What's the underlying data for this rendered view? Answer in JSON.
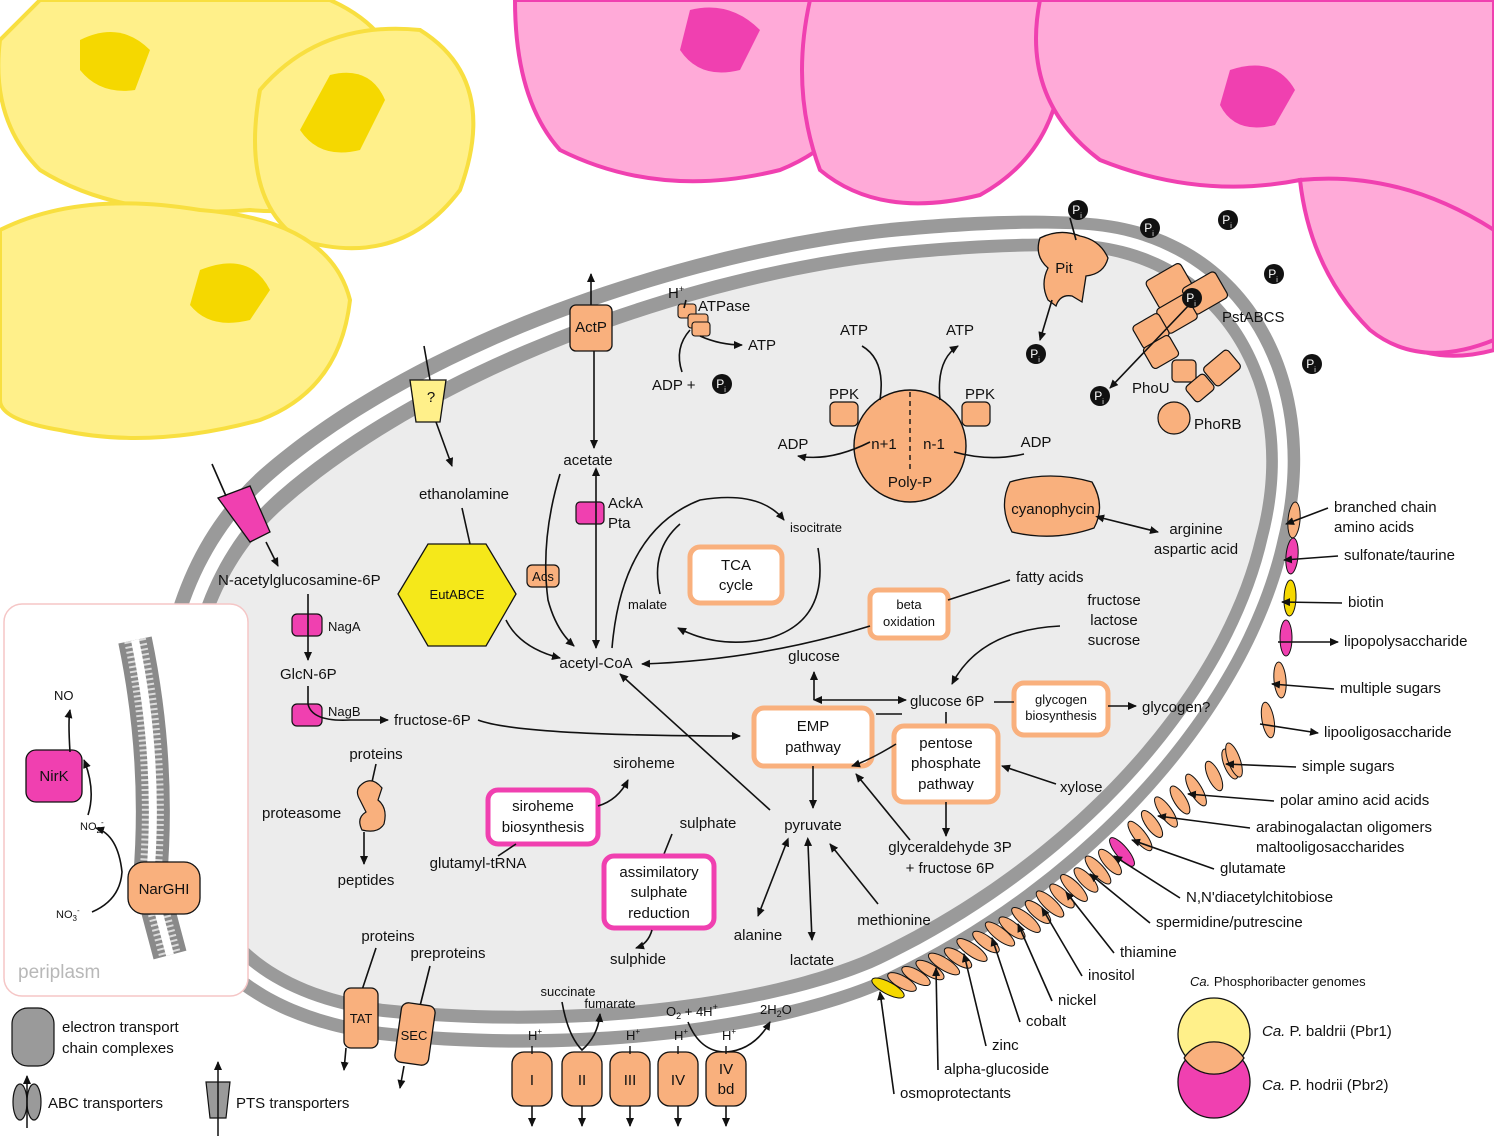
{
  "colors": {
    "pbr1_yellow": "#fff08a",
    "pbr1_strong": "#f5d800",
    "pbr2_pink": "#ffaad8",
    "pbr2_strong": "#f040b0",
    "shared_orange": "#f9b07d",
    "cell_fill": "#ececec",
    "membrane": "#9a9a9a"
  },
  "inset": {
    "periplasm": "periplasm",
    "no": "NO",
    "no2": "NO",
    "no2_sub": "2",
    "no2_sup": "-",
    "no3": "NO",
    "no3_sub": "3",
    "no3_sup": "-",
    "nirk": "NirK",
    "narghi": "NarGHI"
  },
  "legend": {
    "etc": [
      "electron transport",
      "chain complexes"
    ],
    "abc": "ABC transporters",
    "pts": "PTS transporters",
    "genomes_title_italic": "Ca.",
    "genomes_title_rest": " Phosphoribacter genomes",
    "pbr1_italic": "Ca.",
    "pbr1_rest": " P. baldrii (Pbr1)",
    "pbr2_italic": "Ca.",
    "pbr2_rest": " P. hodrii (Pbr2)"
  },
  "phosphate": {
    "pi_p": "P",
    "pi_i": "i",
    "pit": "Pit",
    "pstabcs": "PstABCS",
    "phou": "PhoU",
    "phorb": "PhoRB",
    "atp_left": "ATP",
    "atp_right": "ATP",
    "ppk_left": "PPK",
    "ppk_right": "PPK",
    "adp_left": "ADP",
    "adp_right": "ADP",
    "n_plus": "n+1",
    "n_minus": "n-1",
    "polyp": "Poly-P"
  },
  "atpase": {
    "h": "H",
    "h_sup": "+",
    "label": "ATPase",
    "atp": "ATP",
    "adp_plus": "ADP +"
  },
  "metabolites": {
    "actp": "ActP",
    "acetate": "acetate",
    "ackA": "AckA",
    "pta": "Pta",
    "acs": "Acs",
    "acetyl_coa": "acetyl-CoA",
    "question": "?",
    "ethanolamine": "ethanolamine",
    "eutabce": "EutABCE",
    "nag6p": "N-acetylglucosamine-6P",
    "naga": "NagA",
    "glcn6p": "GlcN-6P",
    "nagb": "NagB",
    "fructose6p": "fructose-6P",
    "isocitrate": "isocitrate",
    "malate": "malate",
    "tca": [
      "TCA",
      "cycle"
    ],
    "beta_ox": [
      "beta",
      "oxidation"
    ],
    "fatty_acids": "fatty acids",
    "sugars": [
      "fructose",
      "lactose",
      "sucrose"
    ],
    "glucose": "glucose",
    "glucose6p": "glucose 6P",
    "glycogen_bio": [
      "glycogen",
      "biosynthesis"
    ],
    "glycogen": "glycogen?",
    "emp": [
      "EMP",
      "pathway"
    ],
    "ppp": [
      "pentose",
      "phosphate",
      "pathway"
    ],
    "xylose": "xylose",
    "pyruvate": "pyruvate",
    "g3p": [
      "glyceraldehyde 3P",
      "+ fructose 6P"
    ],
    "alanine": "alanine",
    "lactate": "lactate",
    "methionine": "methionine",
    "cyanophycin": "cyanophycin",
    "arginine": [
      "arginine",
      "aspartic acid"
    ],
    "proteins": "proteins",
    "proteasome": "proteasome",
    "peptides": "peptides",
    "siroheme": "siroheme",
    "siroheme_bio": [
      "siroheme",
      "biosynthesis"
    ],
    "glutamyl": "glutamyl-tRNA",
    "sulphate": "sulphate",
    "asr": [
      "assimilatory",
      "sulphate",
      "reduction"
    ],
    "sulphide": "sulphide",
    "proteins2": "proteins",
    "preproteins": "preproteins",
    "tat": "TAT",
    "sec": "SEC"
  },
  "etc_chain": {
    "succinate": "succinate",
    "fumarate": "fumarate",
    "o2": "O",
    "o2_sub": "2",
    "o2_rest": " + 4H",
    "o2_sup": "+",
    "h2o_pre": "2H",
    "h2o_sub": "2",
    "h2o_post": "O",
    "h": "H",
    "h_sup": "+",
    "complexes": [
      "I",
      "II",
      "III",
      "IV",
      "IV"
    ],
    "bd": "bd"
  },
  "transporters": [
    "branched chain",
    "amino acids",
    "sulfonate/taurine",
    "biotin",
    "lipopolysaccharide",
    "multiple sugars",
    "lipooligosaccharide",
    "simple sugars",
    "polar amino acid acids",
    "arabinogalactan oligomers",
    "maltooligosaccharides",
    "glutamate",
    "N,N'diacetylchitobiose",
    "spermidine/putrescine",
    "thiamine",
    "inositol",
    "nickel",
    "cobalt",
    "zinc",
    "alpha-glucoside",
    "osmoprotectants"
  ]
}
